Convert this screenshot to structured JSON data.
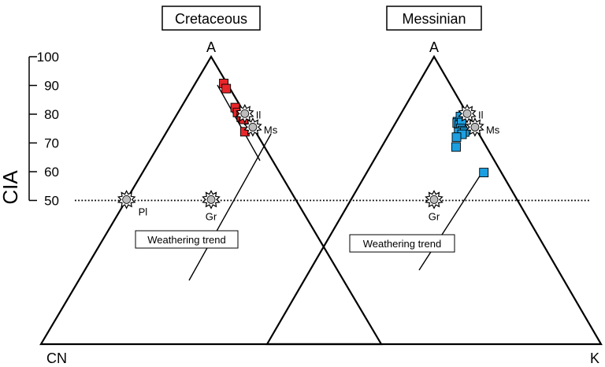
{
  "chart_data": {
    "type": "scatter",
    "title": "",
    "ylabel": "CIA",
    "ylim": [
      50,
      100
    ],
    "yticks": [
      50,
      60,
      70,
      80,
      90,
      100
    ],
    "grid": false,
    "vertices": {
      "top": "A",
      "left": "CN",
      "right": "K"
    },
    "reference_line_cia": 50,
    "colors": {
      "cretaceous": "#e8262a",
      "messinian": "#1c9fe0",
      "mineral": "#bdbdbd"
    },
    "panels": [
      {
        "title": "Cretaceous",
        "trend_label": "Weathering trend",
        "points": [
          {
            "x": 90,
            "y": 90.7
          },
          {
            "x": 90,
            "y": 88.9
          },
          {
            "x": 90,
            "y": 82.3
          },
          {
            "x": 90,
            "y": 80.6
          },
          {
            "x": 92,
            "y": 78.9
          },
          {
            "x": 93,
            "y": 79.3
          },
          {
            "x": 94,
            "y": 78.2
          },
          {
            "x": 88,
            "y": 73.9
          }
        ]
      },
      {
        "title": "Messinian",
        "trend_label": "Weathering trend",
        "points": [
          {
            "x": 81,
            "y": 77.4
          },
          {
            "x": 80,
            "y": 76.9
          },
          {
            "x": 82,
            "y": 76.3
          },
          {
            "x": 88,
            "y": 79.2
          },
          {
            "x": 86,
            "y": 77.1
          },
          {
            "x": 82,
            "y": 75.0
          },
          {
            "x": 83,
            "y": 74.3
          },
          {
            "x": 78,
            "y": 73.7
          },
          {
            "x": 85,
            "y": 73.8
          },
          {
            "x": 81,
            "y": 73.0
          },
          {
            "x": 74,
            "y": 72.0
          },
          {
            "x": 71,
            "y": 68.6
          },
          {
            "x": 87,
            "y": 59.7
          }
        ]
      }
    ],
    "minerals": [
      {
        "label": "Pl",
        "panel": 0,
        "x": 0,
        "y": 50.3
      },
      {
        "label": "Gr",
        "panel": 0,
        "x": 50,
        "y": 50.3
      },
      {
        "label": "Il",
        "panel": 0,
        "x": 100,
        "y": 80.2
      },
      {
        "label": "Ms",
        "panel": 0,
        "x": 100,
        "y": 75.5
      },
      {
        "label": "Il",
        "panel": 1,
        "x": 100,
        "y": 80.2
      },
      {
        "label": "Ms",
        "panel": 1,
        "x": 100,
        "y": 75.5
      },
      {
        "label": "Gr",
        "panel": 1,
        "x": 50,
        "y": 50.3
      }
    ]
  }
}
